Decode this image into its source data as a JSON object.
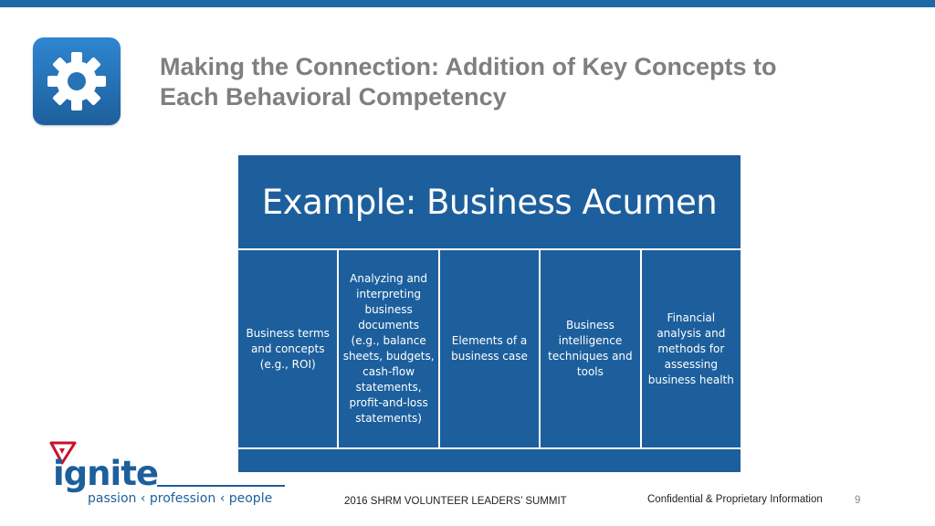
{
  "slide": {
    "title_line1": "Making the Connection: Addition of Key Concepts to",
    "title_line2": "Each Behavioral Competency",
    "icon": "gear-icon"
  },
  "card": {
    "header": "Example: Business Acumen",
    "columns": [
      "Business terms and concepts (e.g., ROI)",
      "Analyzing and interpreting business documents (e.g., balance sheets, budgets, cash-flow statements, profit-and-loss statements)",
      "Elements of a business case",
      "Business intelligence techniques and tools",
      "Financial analysis and methods for assessing business health"
    ]
  },
  "logo": {
    "word": "ignite",
    "tagline": "passion ‹ profession ‹ people"
  },
  "footer": {
    "event": "2016 SHRM VOLUNTEER LEADERS’ SUMMIT",
    "confidential": "Confidential & Proprietary Information",
    "page_number": "9"
  },
  "colors": {
    "accent_blue": "#1d5f9c",
    "title_gray": "#7f7f7f",
    "logo_red": "#c8102e"
  }
}
